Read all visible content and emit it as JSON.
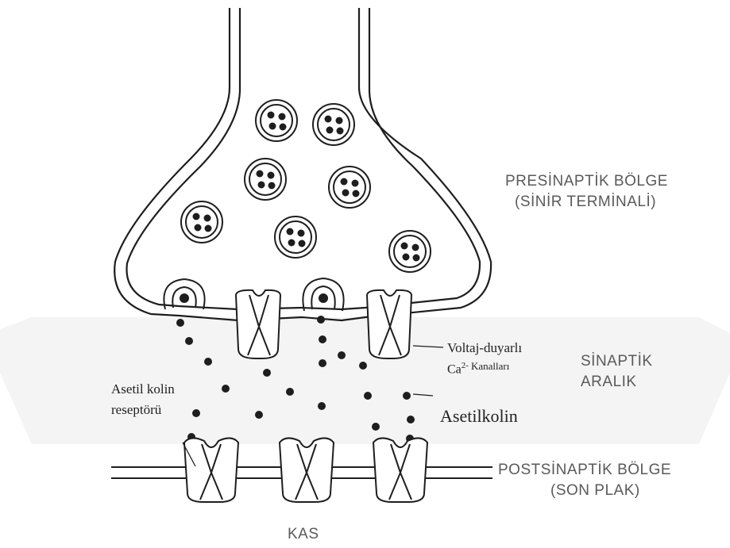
{
  "labels": {
    "presynaptic_line1": "PRESİNAPTİK BÖLGE",
    "presynaptic_line2": "(SİNİR TERMİNALİ)",
    "cleft_line1": "SİNAPTİK",
    "cleft_line2": "ARALIK",
    "postsynaptic_line1": "POSTSİNAPTİK BÖLGE",
    "postsynaptic_line2": "(SON PLAK)",
    "muscle": "KAS",
    "voltage_line1": "Voltaj-duyarlı",
    "voltage_ca": "Ca",
    "voltage_sup": "2-",
    "voltage_channels": "Kanalları",
    "receptor_line1": "Asetil kolin",
    "receptor_line2": "reseptörü",
    "acetylcholine": "Asetilkolin"
  },
  "colors": {
    "ink": "#1e1e1e",
    "label_gray": "#5a5a5a",
    "watermark": "#f4f4f4"
  }
}
